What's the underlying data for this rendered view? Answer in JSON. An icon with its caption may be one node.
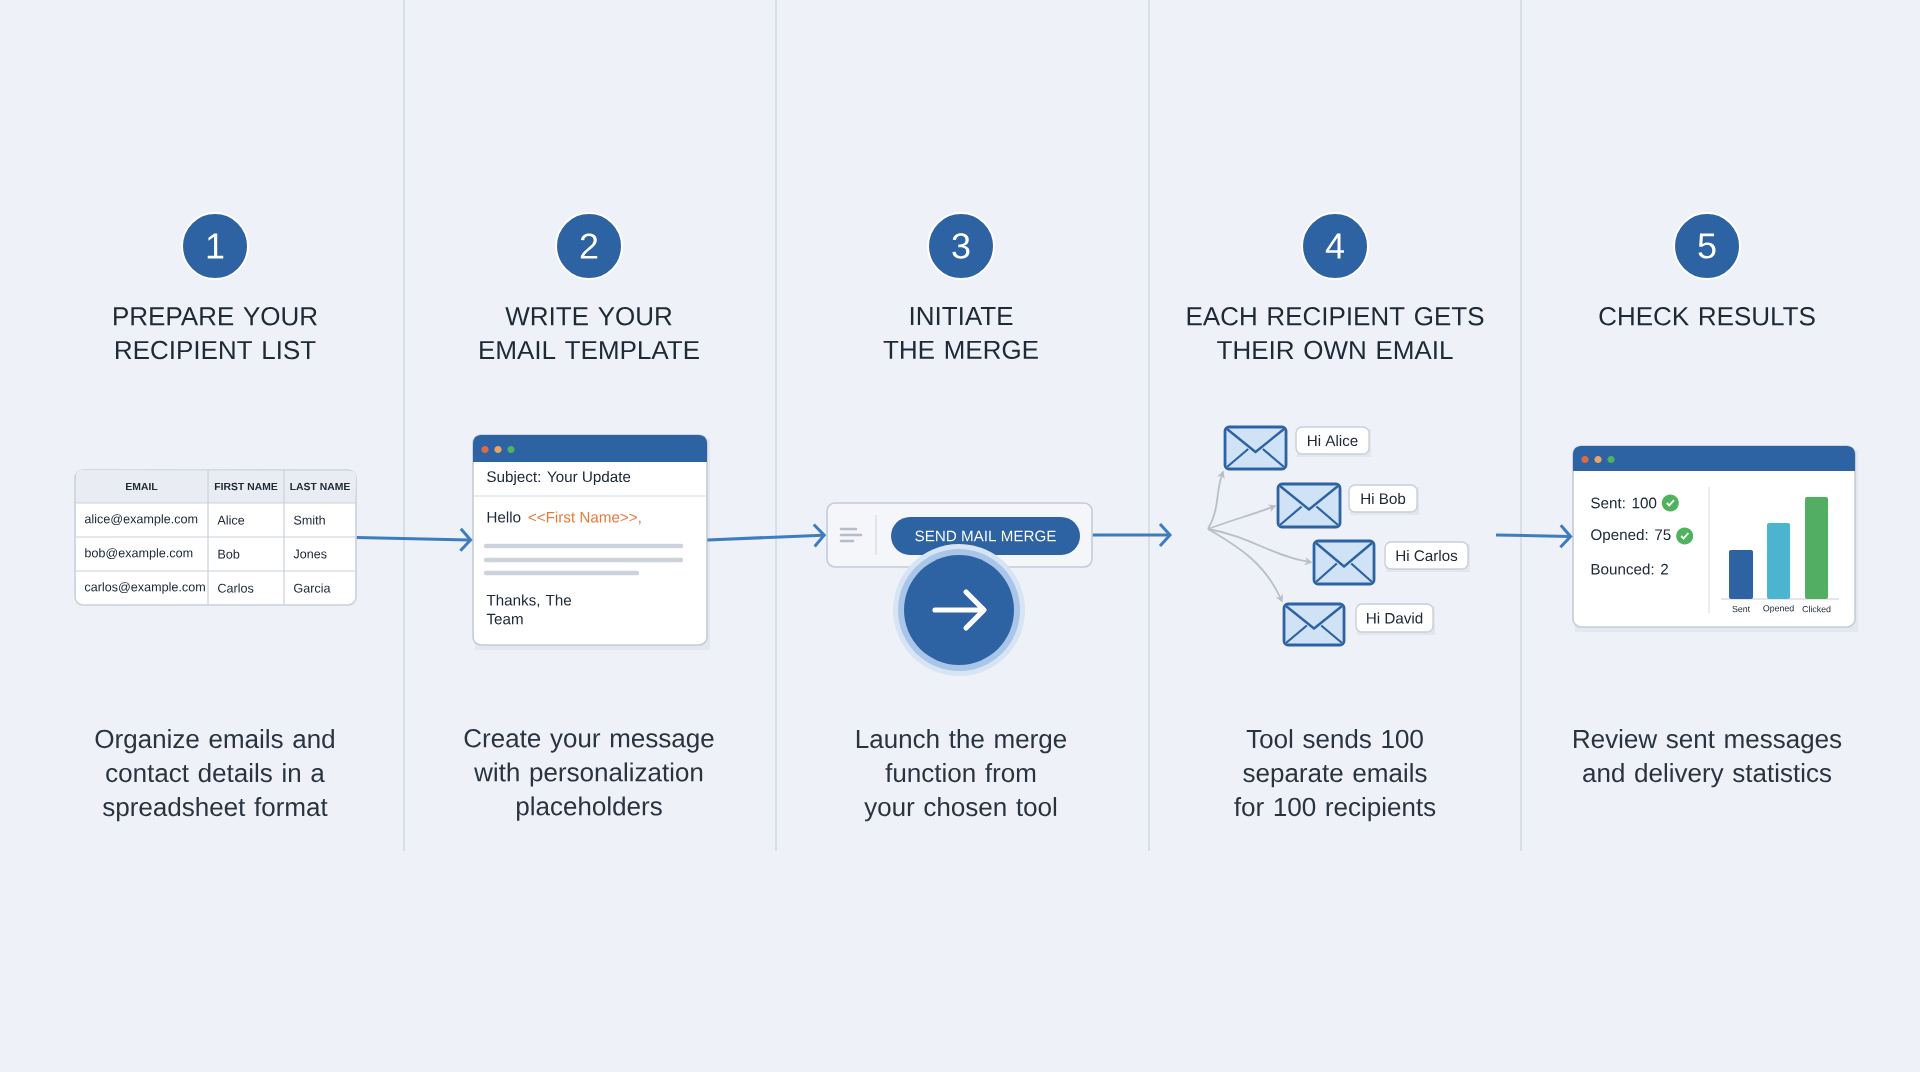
{
  "diagram": {
    "nodes": [
      {
        "text": [
          "1"
        ],
        "beside": [
          "PREPARE YOUR RECIPIENT LIST"
        ]
      },
      {
        "text": [
          "2"
        ],
        "beside": [
          "WRITE YOUR EMAIL TEMPLATE"
        ]
      },
      {
        "text": [
          "3"
        ],
        "beside": [
          "INITIATE THE MERGE"
        ]
      },
      {
        "text": [
          "4"
        ],
        "beside": [
          "EACH RECIPIENT GETS THEIR OWN EMAIL"
        ]
      },
      {
        "text": [
          "5"
        ],
        "beside": [
          "CHECK RESULTS"
        ]
      },
      {
        "text": [],
        "shape": "box"
      },
      {
        "text": [
          "Subject: Your Update",
          "Hello",
          "<<First Name>>,",
          "Thanks, The Team"
        ]
      },
      {
        "text": [],
        "shape": "box"
      },
      {
        "text": [
          "SEND MAIL MERGE"
        ],
        "in": 7
      },
      {
        "text": [],
        "shape": "picture"
      },
      {
        "text": [
          "Hi Alice"
        ]
      },
      {
        "text": [],
        "shape": "picture"
      },
      {
        "text": [
          "Hi Bob"
        ]
      },
      {
        "text": [],
        "shape": "picture"
      },
      {
        "text": [
          "Hi Carlos"
        ]
      },
      {
        "text": [],
        "shape": "picture"
      },
      {
        "text": [
          "Hi David"
        ]
      },
      {
        "text": [
          "Sent: 100",
          "Opened: 75",
          "Bounced: 2"
        ]
      }
    ],
    "edges": [
      {
        "from": 5,
        "to": 6,
        "arrow": "to"
      },
      {
        "from": 6,
        "to": 7,
        "arrow": "to"
      },
      {
        "from": 7,
        "to": null,
        "arrow": "to"
      },
      {
        "from": null,
        "to": 9,
        "arrow": "to",
        "color": "#b9bfc8"
      },
      {
        "from": null,
        "to": 11,
        "arrow": "to",
        "color": "#b9bfc8"
      },
      {
        "from": null,
        "to": 13,
        "arrow": "to",
        "color": "#b9bfc8"
      },
      {
        "from": null,
        "to": 15,
        "arrow": "to",
        "color": "#b9bfc8"
      },
      {
        "from": null,
        "to": 17,
        "arrow": "to"
      }
    ],
    "labels": [
      "EMAIL",
      "FIRST NAME",
      "LAST NAME",
      "alice@example.com",
      "Alice",
      "Smith",
      "bob@example.com",
      "Bob",
      "Jones",
      "carlos@example.com",
      "Carlos",
      "Garcia",
      "Sent",
      "Opened",
      "Clicked",
      "Organize emails and contact details in a spreadsheet format",
      "Create your message with personalization placeholders",
      "Launch the merge function from your chosen tool",
      "Tool sends 100 separate emails for 100 recipients",
      "Review sent messages and delivery statistics"
    ]
  }
}
